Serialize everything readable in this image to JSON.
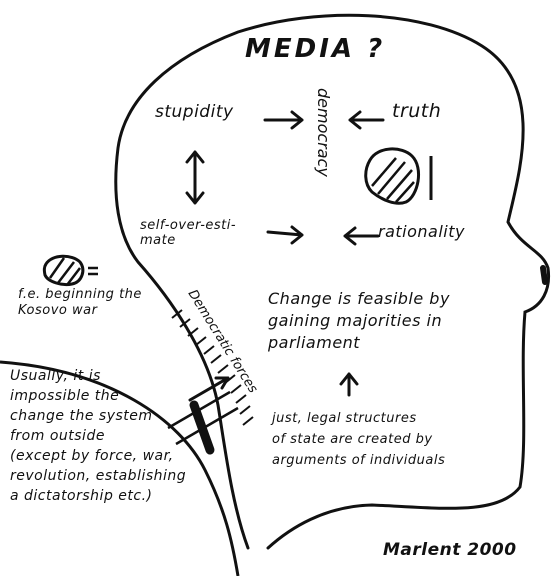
{
  "title": "MEDIA ?",
  "terms": {
    "stupidity": "stupidity",
    "democracy": "democracy",
    "truth": "truth",
    "self_overestimate": "self-over-esti-\nmate",
    "rationality": "rationality",
    "democratic_forces": "Democratic forces"
  },
  "notes": {
    "example": "f.e. beginning the\nKosovo war",
    "change": "Change is feasible by\ngaining majorities in\nparliament",
    "usually": "Usually, it is\nimpossible the\nchange the system\nfrom outside\n(except by force, war,\nrevolution, establishing\na dictatorship etc.)",
    "just": "just, legal structures\nof state are created by\narguments of individuals"
  },
  "signature": "Marlent 2000",
  "colors": {
    "ink": "#111111",
    "paper": "#ffffff"
  }
}
